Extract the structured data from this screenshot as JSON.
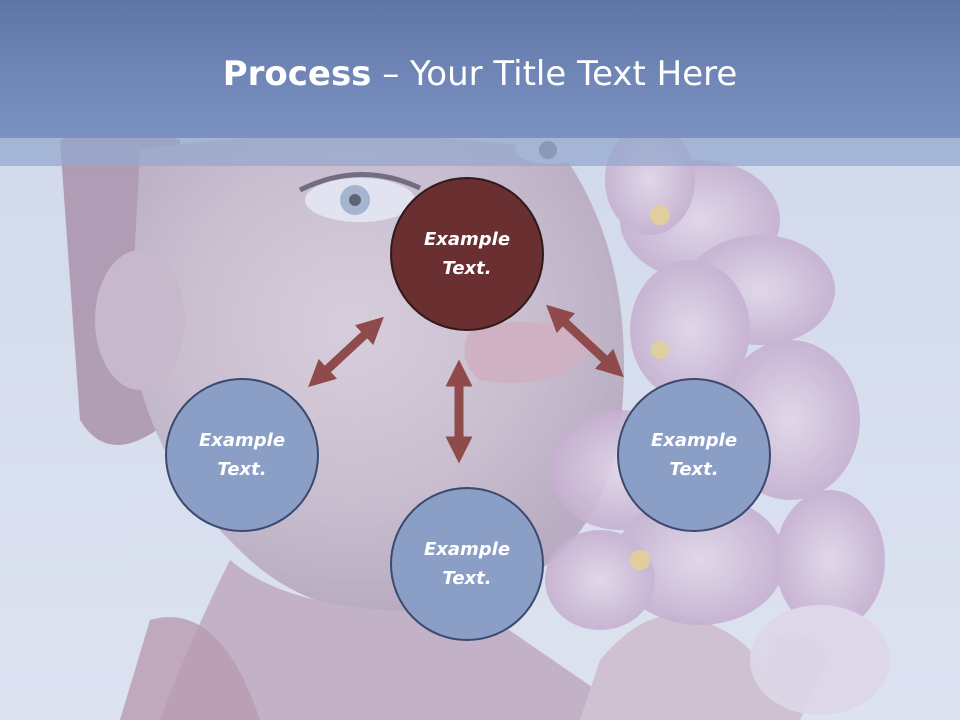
{
  "slide": {
    "title_bold": "Process",
    "title_rest": " – Your Title Text Here"
  },
  "nodes": {
    "top": "Example\nText.",
    "left": "Example\nText.",
    "bottom": "Example\nText.",
    "right": "Example\nText."
  },
  "colors": {
    "title_bar": "#6f86b7",
    "node_fill": "#8a9ec6",
    "node_accent": "#6a2f30",
    "arrow": "#8f4a4c"
  }
}
